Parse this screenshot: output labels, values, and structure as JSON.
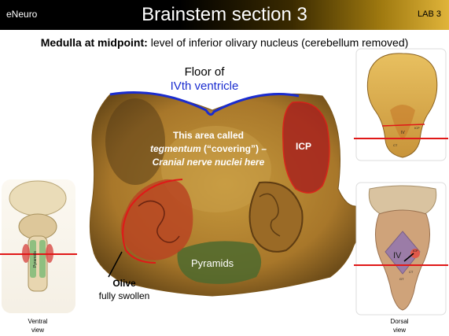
{
  "header": {
    "brand": "eNeuro",
    "title": "Brainstem section 3",
    "lab": "LAB 3",
    "colors": {
      "black": "#000000",
      "gold": "#e0b43a"
    }
  },
  "subtitle": {
    "bold": "Medulla at midpoint:",
    "rest": " level of inferior olivary nucleus (cerebellum removed)"
  },
  "labels": {
    "floor_line1": "Floor of",
    "floor_line2": "IVth ventricle",
    "tegmentum_line1": "This area called",
    "tegmentum_term": "tegmentum",
    "tegmentum_line2_rest": " (“covering”) –",
    "tegmentum_line3": "Cranial nerve nuclei here",
    "icp": "ICP",
    "pyramids": "Pyramids",
    "olive_bold": "Olive",
    "olive_desc": "fully swollen"
  },
  "ventral_view": {
    "caption_line1": "Ventral",
    "caption_line2": "view",
    "pyramids_label": "Pyramids"
  },
  "dorsal_view": {
    "caption_line1": "Dorsal",
    "caption_line2": "view",
    "iv_label": "IV",
    "icp_label": "ICP",
    "ct_label": "CT",
    "gt_label": "GT"
  },
  "top_right_view": {
    "iv_label": "IV",
    "icp_label": "ICP",
    "ct_label": "CT"
  },
  "colors": {
    "ventricle_outline": "#1a2ccf",
    "section_line": "#e01818",
    "icp_fill": "#a8241e",
    "olive_fill": "#b84522",
    "pyramids_fill": "#4e6a2e",
    "tissue": "#b8892f"
  }
}
